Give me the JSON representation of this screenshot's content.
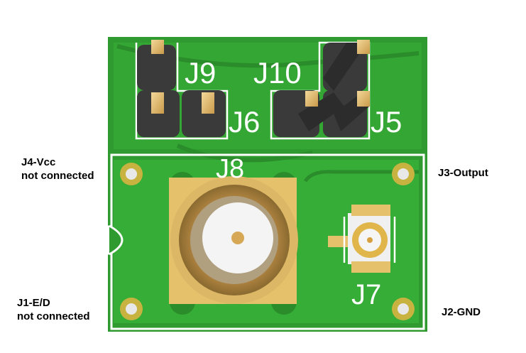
{
  "labels": {
    "j4": {
      "line1": "J4-Vcc",
      "line2": "not connected"
    },
    "j1": {
      "line1": "J1-E/D",
      "line2": "not connected"
    },
    "j3": "J3-Output",
    "j2": "J2-GND"
  },
  "silkscreen": {
    "j9": "J9",
    "j10": "J10",
    "j6": "J6",
    "j5": "J5",
    "j8": "J8",
    "j7": "J7"
  },
  "colors": {
    "board": "#2f9a2f",
    "copper": "#39b339",
    "silk": "#ffffff",
    "gold": "#e8c270",
    "header_body": "#3a3a3a"
  }
}
